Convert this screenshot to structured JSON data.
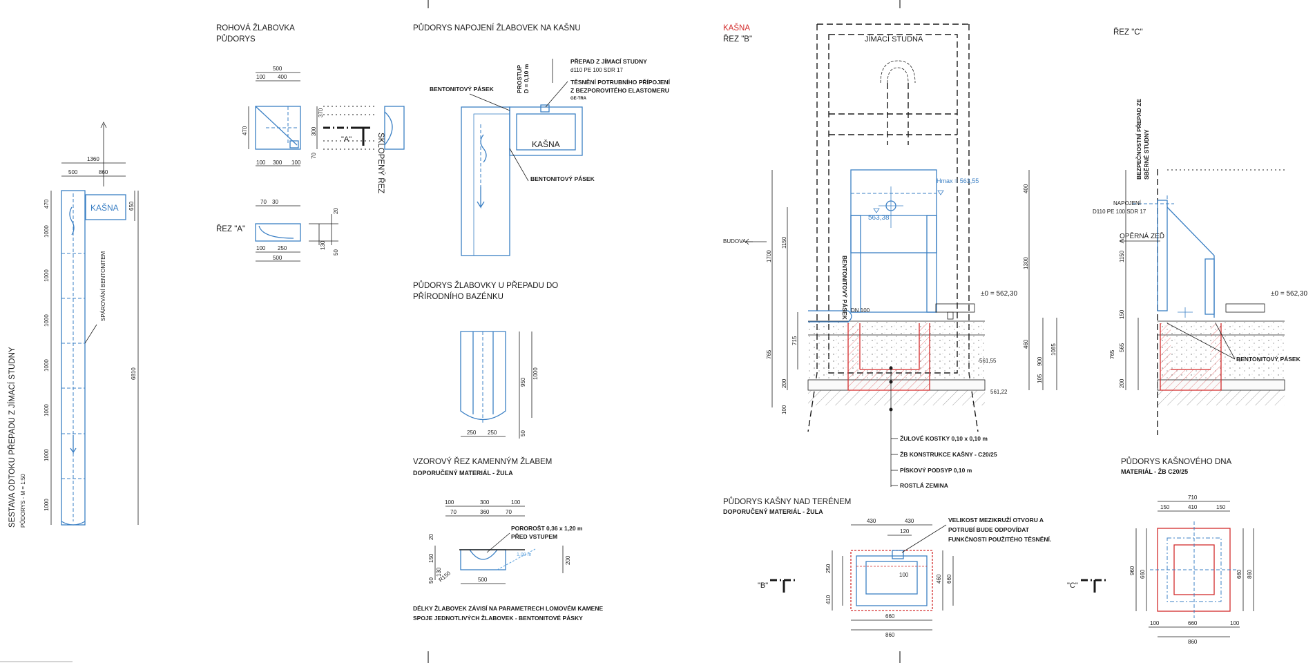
{
  "main": {
    "title": "SESTAVA ODTOKU PŘEPADU Z JÍMACÍ STUDNY",
    "subtitle": "PŮDORYS   -   M = 1:50",
    "kasna_label": "KAŠNA",
    "joint_note": "SPÁROVÁNÍ BENTONITEM",
    "dims": {
      "total_w": "1360",
      "w1": "500",
      "w2": "860",
      "top": "470",
      "kasna_h": "650",
      "seg": "1000",
      "total_len": "6810"
    }
  },
  "corner": {
    "title1": "ROHOVÁ ŽLABOVKA",
    "title2": "PŮDORYS",
    "section_a": "ŘEZ \"A\"",
    "sloped_section": "SKLOPENÝ ŘEZ",
    "marker_a": "\"A\"",
    "dims": {
      "w500": "500",
      "w100": "100",
      "w400": "400",
      "w300": "300",
      "h470": "470",
      "h370": "370",
      "h70": "70",
      "h300": "300",
      "d70": "70",
      "d30": "30",
      "d20": "20",
      "d130": "130",
      "d50": "50",
      "d250": "250",
      "d500": "500"
    }
  },
  "connection": {
    "title": "PŮDORYS NAPOJENÍ ŽLABOVEK NA KAŠNU",
    "bentonite1": "BENTONITOVÝ PÁSEK",
    "bentonite2": "BENTONITOVÝ PÁSEK",
    "passage": "PROSTUP",
    "passage_d": "D = 0,10 m",
    "overflow1": "PŘEPAD Z JÍMACÍ STUDNY",
    "overflow2": "d110 PE 100 SDR 17",
    "seal1": "TĚSNĚNÍ POTRUBNÍHO PŘÍPOJENÍ",
    "seal2": "Z BEZPOROVITÉHO ELASTOMERU",
    "seal3": "GE-TRA",
    "kasna": "KAŠNA"
  },
  "pond": {
    "title1": "PŮDORYS ŽLABOVKY U PŘEPADU DO",
    "title2": "PŘÍRODNÍHO BAZÉNKU",
    "dims": {
      "d950": "950",
      "d1000": "1000",
      "d50": "50",
      "d250a": "250",
      "d250b": "250"
    }
  },
  "stone": {
    "title": "VZOROVÝ ŘEZ KAMENNÝM ŽLABEM",
    "material": "DOPORUČENÝ MATERIÁL - ŽULA",
    "grate1": "POROROŠT 0,36 x 1,20 m",
    "grate2": "PŘED VSTUPEM",
    "length": "1,00 m",
    "note1": "DÉLKY ŽLABOVEK ZÁVISÍ NA PARAMETRECH LOMOVÉM KAMENE",
    "note2": "SPOJE JEDNOTLIVÝCH ŽLABOVEK - BENTONITOVÉ PÁSKY",
    "dims": {
      "d100a": "100",
      "d300": "300",
      "d100b": "100",
      "d70a": "70",
      "d360": "360",
      "d70b": "70",
      "d20": "20",
      "d150": "150",
      "d130": "130",
      "d50": "50",
      "r150": "R150",
      "d500": "500",
      "d200": "200"
    }
  },
  "sectionB": {
    "title_red": "KAŠNA",
    "title": "ŘEZ   \"B\"",
    "well": "JÍMACÍ STUDNA",
    "building": "BUDOVA",
    "bentonite": "BENTONITOVÝ PÁSEK",
    "hmax": "Hmax = 563,55",
    "level1": "563,38",
    "zero": "±0 = 562,30",
    "dn": "DN 100",
    "lv2": "561,55",
    "lv3": "561,22",
    "legend": [
      "ŽULOVÉ KOSTKY 0,10 x 0,10 m",
      "ŽB KONSTRUKCE KAŠNY - C20/25",
      "PÍSKOVÝ PODSYP 0,10 m",
      "ROSTLÁ ZEMINA"
    ],
    "dims": {
      "left1": "1700",
      "left2": "1150",
      "left3": "715",
      "left4": "765",
      "left5": "200",
      "left6": "100",
      "right1": "400",
      "right2": "1300",
      "right3": "460",
      "right4": "900",
      "right5": "1085",
      "right6": "105"
    }
  },
  "sectionC": {
    "title": "ŘEZ   \"C\"",
    "safety1": "BEZPEČNOSTNÍ PŘEPAD ZE",
    "safety2": "SBĚRNÉ STUDNY",
    "connection1": "NAPOJENÍ",
    "connection2": "D110 PE 100 SDR 17",
    "wall": "OPĚRNÁ ZEĎ",
    "zero": "±0 = 562,30",
    "bentonite": "BENTONITOVÝ PÁSEK",
    "dims": {
      "d1150": "1150",
      "d150": "150",
      "d565": "565",
      "d765": "765",
      "d200": "200"
    }
  },
  "plan_above": {
    "title": "PŮDORYS KAŠNY NAD TERÉNEM",
    "material": "DOPORUČENÝ MATERIÁL - ŽULA",
    "note1": "VELIKOST MEZIKRUŽÍ OTVORU A",
    "note2": "POTRUBÍ BUDE ODPOVÍDAT",
    "note3": "FUNKČNOSTI POUŽITÉHO TĚSNĚNÍ.",
    "marker": "\"B\"",
    "dims": {
      "d430a": "430",
      "d430b": "430",
      "d120": "120",
      "d100": "100",
      "d460": "460",
      "d660": "660",
      "d860": "860",
      "d250": "250",
      "d410": "410"
    }
  },
  "plan_bottom": {
    "title": "PŮDORYS KAŠNOVÉHO DNA",
    "material": "MATERIÁL - ŽB C20/25",
    "marker": "\"C\"",
    "dims": {
      "d710": "710",
      "d150a": "150",
      "d410": "410",
      "d150b": "150",
      "d960": "960",
      "d660": "660",
      "d660b": "660",
      "d100": "100",
      "d860": "860"
    }
  },
  "colors": {
    "line": "#3a7fc4",
    "red": "#d32b2b",
    "ink": "#1a1a1a"
  }
}
